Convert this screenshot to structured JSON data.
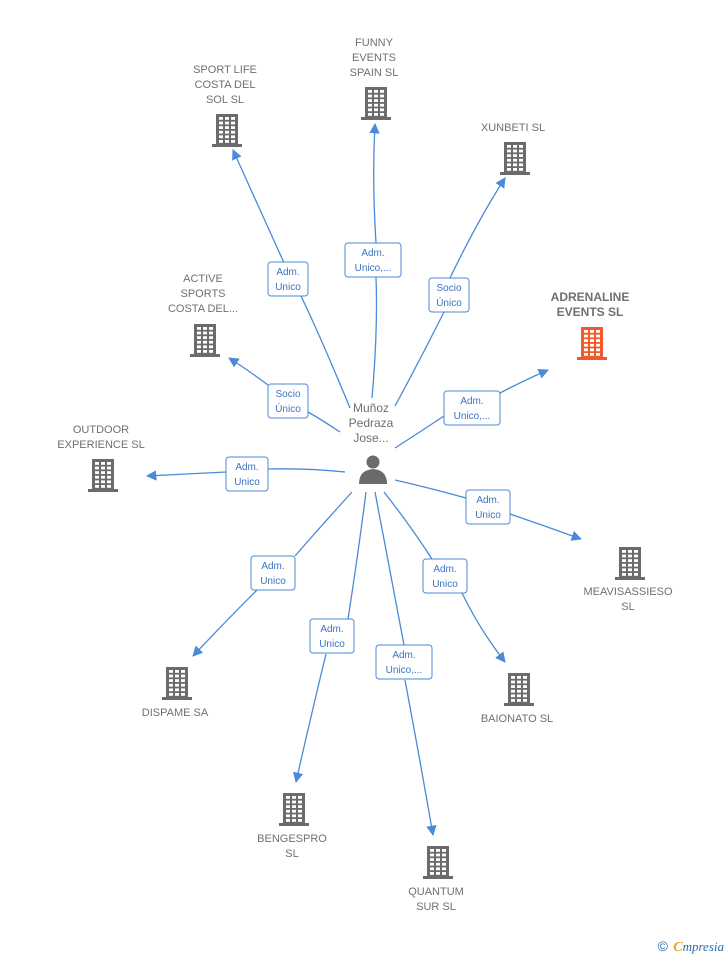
{
  "center": {
    "name_lines": [
      "Muñoz",
      "Pedraza",
      "Jose..."
    ],
    "icon": "person-icon"
  },
  "companies": [
    {
      "id": "sport-life",
      "lines": [
        "SPORT LIFE",
        "COSTA DEL",
        "SOL SL"
      ],
      "highlight": false,
      "role": [
        "Adm.",
        "Unico"
      ]
    },
    {
      "id": "funny-events",
      "lines": [
        "FUNNY",
        "EVENTS",
        "SPAIN  SL"
      ],
      "highlight": false,
      "role": [
        "Adm.",
        "Unico,..."
      ]
    },
    {
      "id": "xunbeti",
      "lines": [
        "XUNBETI  SL"
      ],
      "highlight": false,
      "role": [
        "Socio",
        "Único"
      ]
    },
    {
      "id": "active-sports",
      "lines": [
        "ACTIVE",
        "SPORTS",
        "COSTA DEL..."
      ],
      "highlight": false,
      "role": [
        "Socio",
        "Único"
      ]
    },
    {
      "id": "adrenaline",
      "lines": [
        "ADRENALINE",
        "EVENTS  SL"
      ],
      "highlight": true,
      "role": [
        "Adm.",
        "Unico,..."
      ]
    },
    {
      "id": "outdoor",
      "lines": [
        "OUTDOOR",
        "EXPERIENCE SL"
      ],
      "highlight": false,
      "role": [
        "Adm.",
        "Unico"
      ]
    },
    {
      "id": "meavisassieso",
      "lines": [
        "MEAVISASSIESO",
        "SL"
      ],
      "highlight": false,
      "role": [
        "Adm.",
        "Unico"
      ]
    },
    {
      "id": "dispame",
      "lines": [
        "DISPAME SA"
      ],
      "highlight": false,
      "role": [
        "Adm.",
        "Unico"
      ]
    },
    {
      "id": "baionato",
      "lines": [
        "BAIONATO  SL"
      ],
      "highlight": false,
      "role": [
        "Adm.",
        "Unico"
      ]
    },
    {
      "id": "bengespro",
      "lines": [
        "BENGESPRO",
        "SL"
      ],
      "highlight": false,
      "role": [
        "Adm.",
        "Unico"
      ]
    },
    {
      "id": "quantum",
      "lines": [
        "QUANTUM",
        "SUR  SL"
      ],
      "highlight": false,
      "role": [
        "Adm.",
        "Unico,..."
      ]
    }
  ],
  "colors": {
    "edge": "#4a8ad8",
    "building": "#6b6b6b",
    "building_highlight": "#f05a2a",
    "text": "#707070"
  },
  "footer": {
    "copyright": "©",
    "brand_initial": "C",
    "brand_rest": "mpresia"
  }
}
